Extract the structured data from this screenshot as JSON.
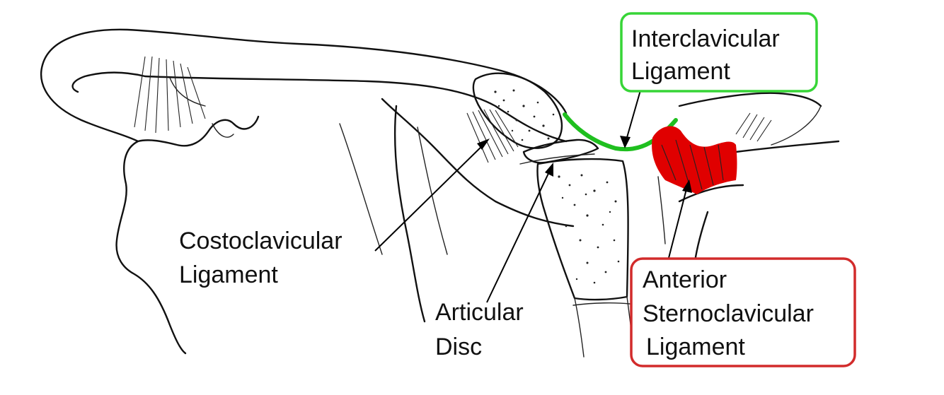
{
  "labels": {
    "interclavicular": [
      "Interclavicular",
      "Ligament"
    ],
    "costoclavicular": [
      "Costoclavicular",
      "Ligament"
    ],
    "articular_disc": [
      "Articular",
      "Disc"
    ],
    "anterior_sternoclavicular": [
      "Anterior",
      "Sternoclavicular",
      "Ligament"
    ]
  },
  "colors": {
    "interclavicular_highlight": "#1fbf1f",
    "interclavicular_box": "#37d537",
    "anterior_sternoclavicular_highlight": "#e00000",
    "anterior_sternoclavicular_box": "#d22b2b",
    "line_art": "#111111"
  }
}
